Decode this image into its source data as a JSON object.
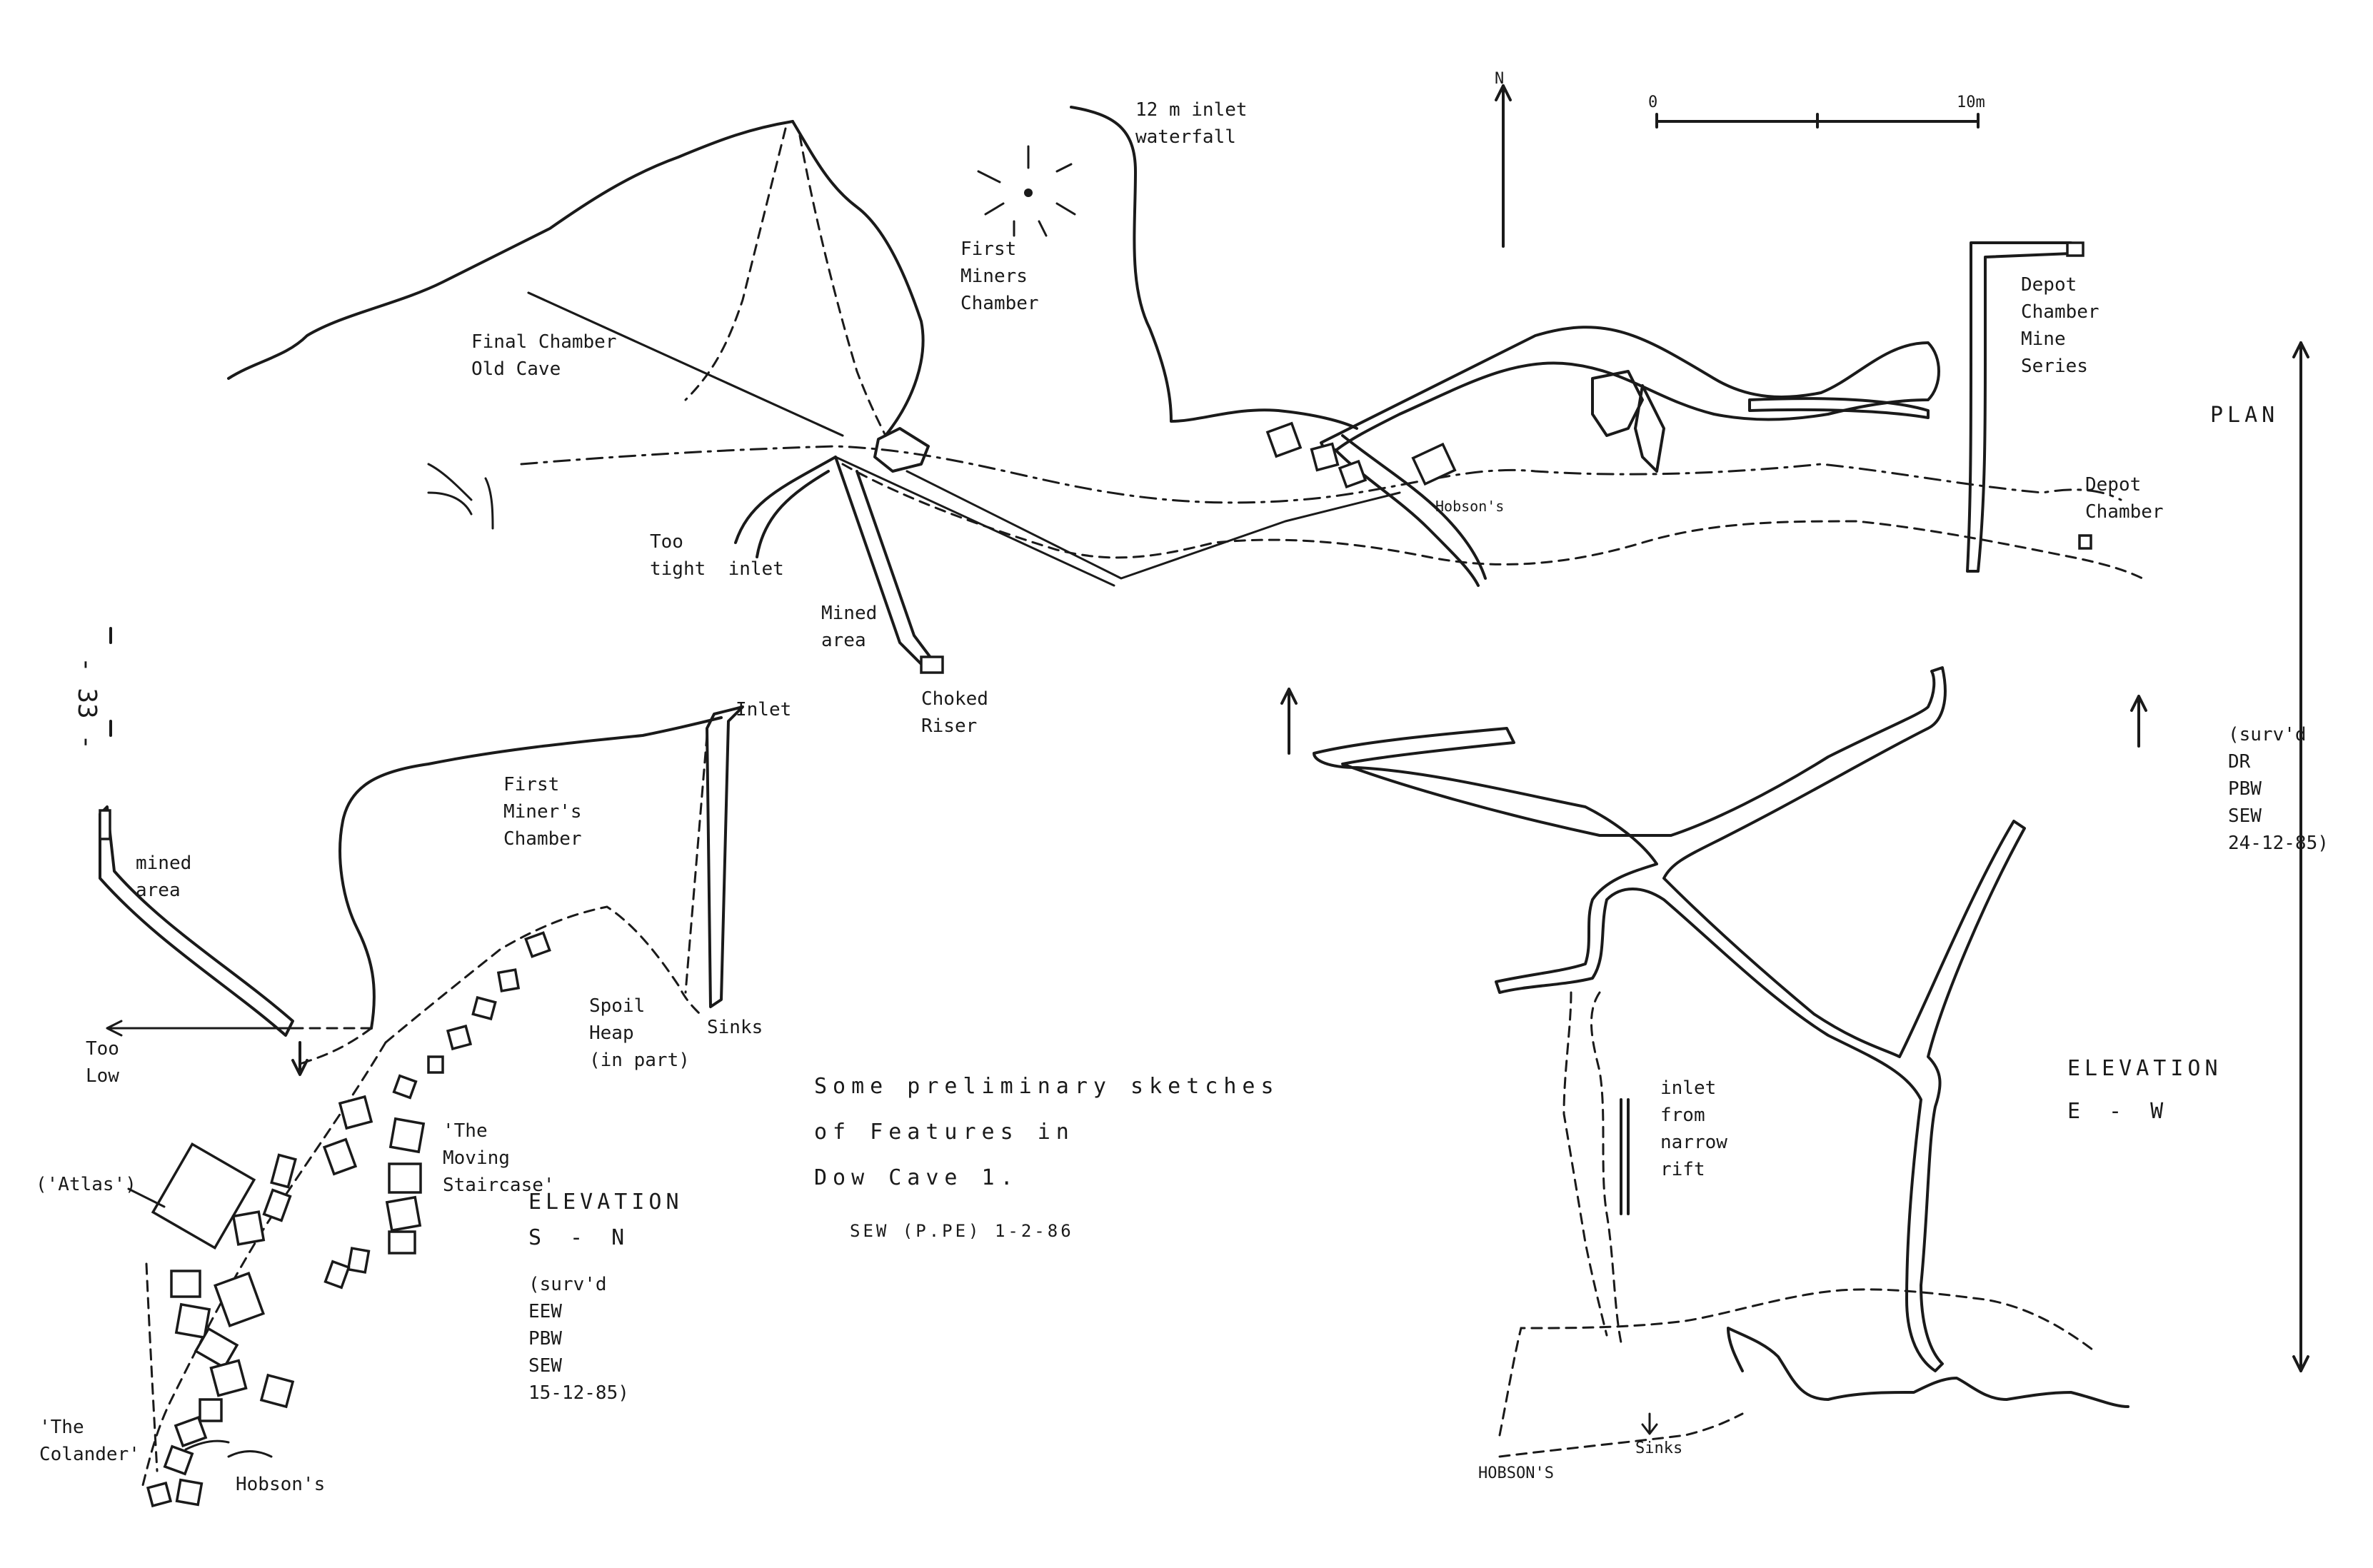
{
  "page": {
    "number": "- 33 -"
  },
  "plan": {
    "title": "PLAN",
    "north": "N",
    "inlet_waterfall": "12 m inlet\nwaterfall",
    "first_miners_chamber": "First\nMiners\nChamber",
    "final_chamber": "Final Chamber\nOld Cave",
    "too_tight_inlet": "Too\ntight  inlet",
    "mined_area": "Mined\narea",
    "choked_riser": "Choked\nRiser",
    "depot_chamber_mine_series": "Depot\nChamber\nMine\nSeries",
    "depot_chamber": "Depot\nChamber",
    "hobsons": "Hobson's",
    "surveyed": "(surv'd\nDR\nPBW\nSEW\n24-12-85)"
  },
  "scale": {
    "start": "0",
    "end": "10m"
  },
  "elev_sn": {
    "title": "ELEVATION",
    "direction": "S-N",
    "inlet": "Inlet",
    "first_miners_chamber": "First\nMiner's\nChamber",
    "mined_area": "mined\narea",
    "too_low": "Too\nLow",
    "spoil_heap": "Spoil\nHeap\n(in part)",
    "sinks": "Sinks",
    "moving_staircase": "'The\nMoving\nStaircase'",
    "atlas": "('Atlas')",
    "surveyed": "(surv'd\nEEW\nPBW\nSEW\n15-12-85)",
    "colander": "'The\nColander'",
    "hobsons": "Hobson's"
  },
  "note": {
    "text": "Some preliminary sketches\nof Features in\nDow Cave 1.",
    "signature": "SEW (P.PE) 1-2-86"
  },
  "elev_ew": {
    "title": "ELEVATION",
    "direction": "E-W",
    "inlet_rift": "inlet\nfrom\nnarrow\nrift",
    "hobsons": "HOBSON'S",
    "sinks": "Sinks"
  }
}
